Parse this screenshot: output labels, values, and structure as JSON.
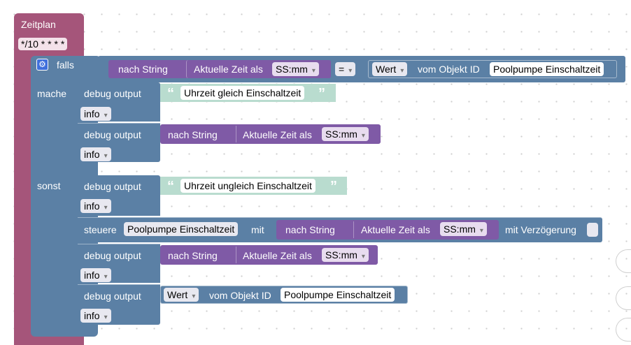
{
  "schedule": {
    "title": "Zeitplan",
    "cron": "*/10 * * * *"
  },
  "if_block": {
    "falls": "falls",
    "mache": "mache",
    "sonst": "sonst",
    "cond_to_string": "nach String",
    "cond_time_label": "Aktuelle Zeit als",
    "cond_time_format": "SS:mm",
    "operator": "=",
    "value_label": "Wert",
    "value_suffix": "vom Objekt ID",
    "object_id": "Poolpumpe Einschaltzeit"
  },
  "then_branch": {
    "debug1_label": "debug output",
    "debug1_text": "Uhrzeit gleich Einschaltzeit",
    "debug1_level": "info",
    "debug2_label": "debug output",
    "debug2_to_string": "nach String",
    "debug2_time_label": "Aktuelle Zeit als",
    "debug2_time_format": "SS:mm",
    "debug2_level": "info"
  },
  "else_branch": {
    "debug3_label": "debug output",
    "debug3_text": "Uhrzeit ungleich Einschaltzeit",
    "debug3_level": "info",
    "control_label": "steuere",
    "control_object": "Poolpumpe Einschaltzeit",
    "control_with": "mit",
    "control_to_string": "nach String",
    "control_time_label": "Aktuelle Zeit als",
    "control_time_format": "SS:mm",
    "control_delay": "mit Verzögerung",
    "debug4_label": "debug output",
    "debug4_to_string": "nach String",
    "debug4_time_label": "Aktuelle Zeit als",
    "debug4_time_format": "SS:mm",
    "debug4_level": "info",
    "debug5_label": "debug output",
    "debug5_value_label": "Wert",
    "debug5_value_suffix": "vom Objekt ID",
    "debug5_object_id": "Poolpumpe Einschaltzeit",
    "debug5_level": "info"
  },
  "colors": {
    "schedule": "#a5557a",
    "control": "#5b80a5",
    "string": "#7f5aa6",
    "text": "#b9dccf",
    "gear": "#3f6fdc"
  },
  "icons": {
    "dropdown": "▾",
    "gear": "⚙"
  }
}
